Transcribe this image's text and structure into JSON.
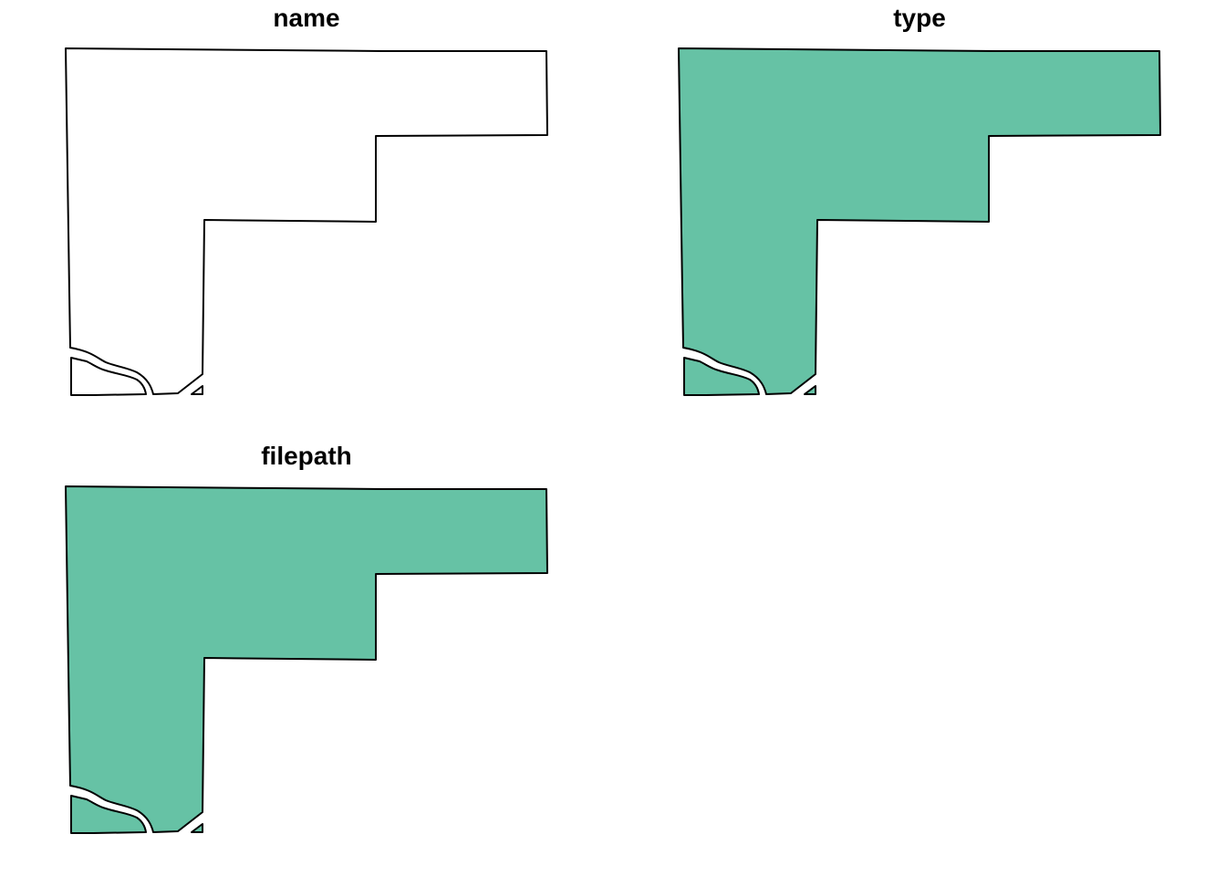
{
  "panels": [
    {
      "title": "name",
      "fill": "#FFFFFF"
    },
    {
      "title": "type",
      "fill": "#66C2A5"
    },
    {
      "title": "filepath",
      "fill": "#66C2A5"
    }
  ],
  "stroke_color": "#000000"
}
